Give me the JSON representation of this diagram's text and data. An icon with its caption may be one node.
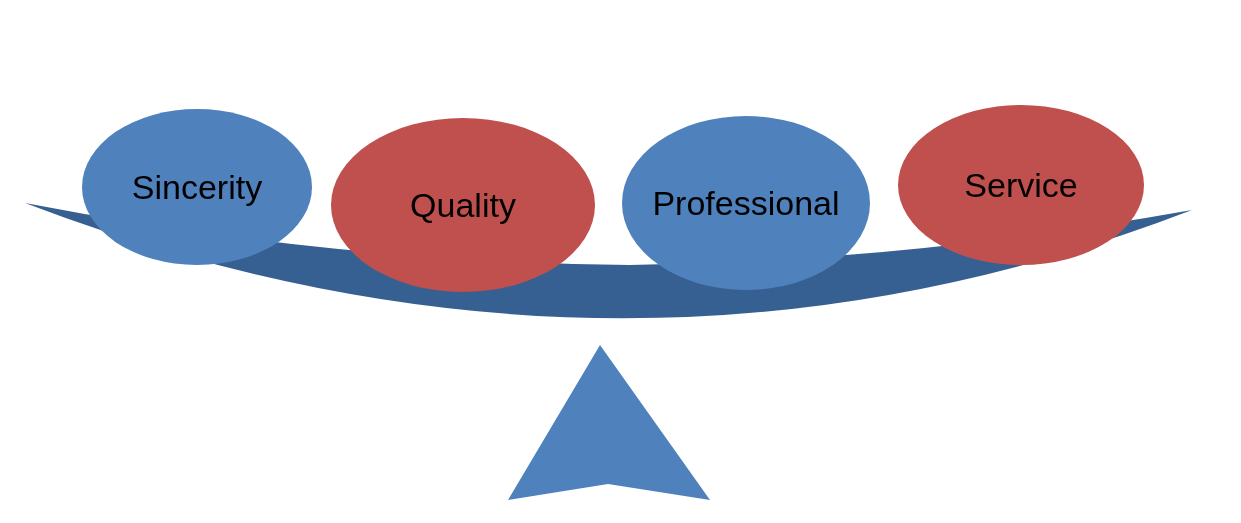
{
  "diagram": {
    "nodes": [
      {
        "text": [
          "Sincerity"
        ]
      },
      {
        "text": [
          "Quality"
        ]
      },
      {
        "text": [
          "Professional"
        ]
      },
      {
        "text": [
          "Service"
        ]
      }
    ]
  }
}
